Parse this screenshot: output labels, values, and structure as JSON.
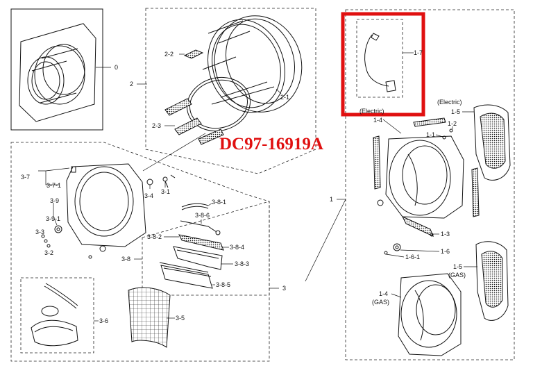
{
  "part_number": "DC97-16919A",
  "highlight_color": "#e01010",
  "labels": {
    "l0": "0",
    "l2": "2",
    "l2_2": "2-2",
    "l2_1": "2-1",
    "l2_3": "2-3",
    "l1_7": "1-7",
    "l_electric_small": "(Electric)",
    "l_electric": "(Electric)",
    "l1_5a": "1-5",
    "l1_4a": "1-4",
    "l1_1": "1-1",
    "l1_2": "1-2",
    "l1": "1",
    "l1_3": "1-3",
    "l1_6": "1-6",
    "l1_6_1": "1-6-1",
    "l1_5b": "1-5",
    "l_gas_b": "(GAS)",
    "l1_4b": "1-4",
    "l_gas_a": "(GAS)",
    "l3_7": "3-7",
    "l3_7_1": "3-7-1",
    "l3_4": "3-4",
    "l3_1": "3-1",
    "l3_9": "3-9",
    "l3_9_1": "3-9-1",
    "l3_3": "3-3",
    "l3_2": "3-2",
    "l3_8_1": "3-8-1",
    "l3_8_6": "3-8-6",
    "l3_8_2": "3-8-2",
    "l3_8_4": "3-8-4",
    "l3_8": "3-8",
    "l3_8_3": "3-8-3",
    "l3_8_5": "3-8-5",
    "l3": "3",
    "l3_6": "3-6",
    "l3_5": "3-5"
  }
}
